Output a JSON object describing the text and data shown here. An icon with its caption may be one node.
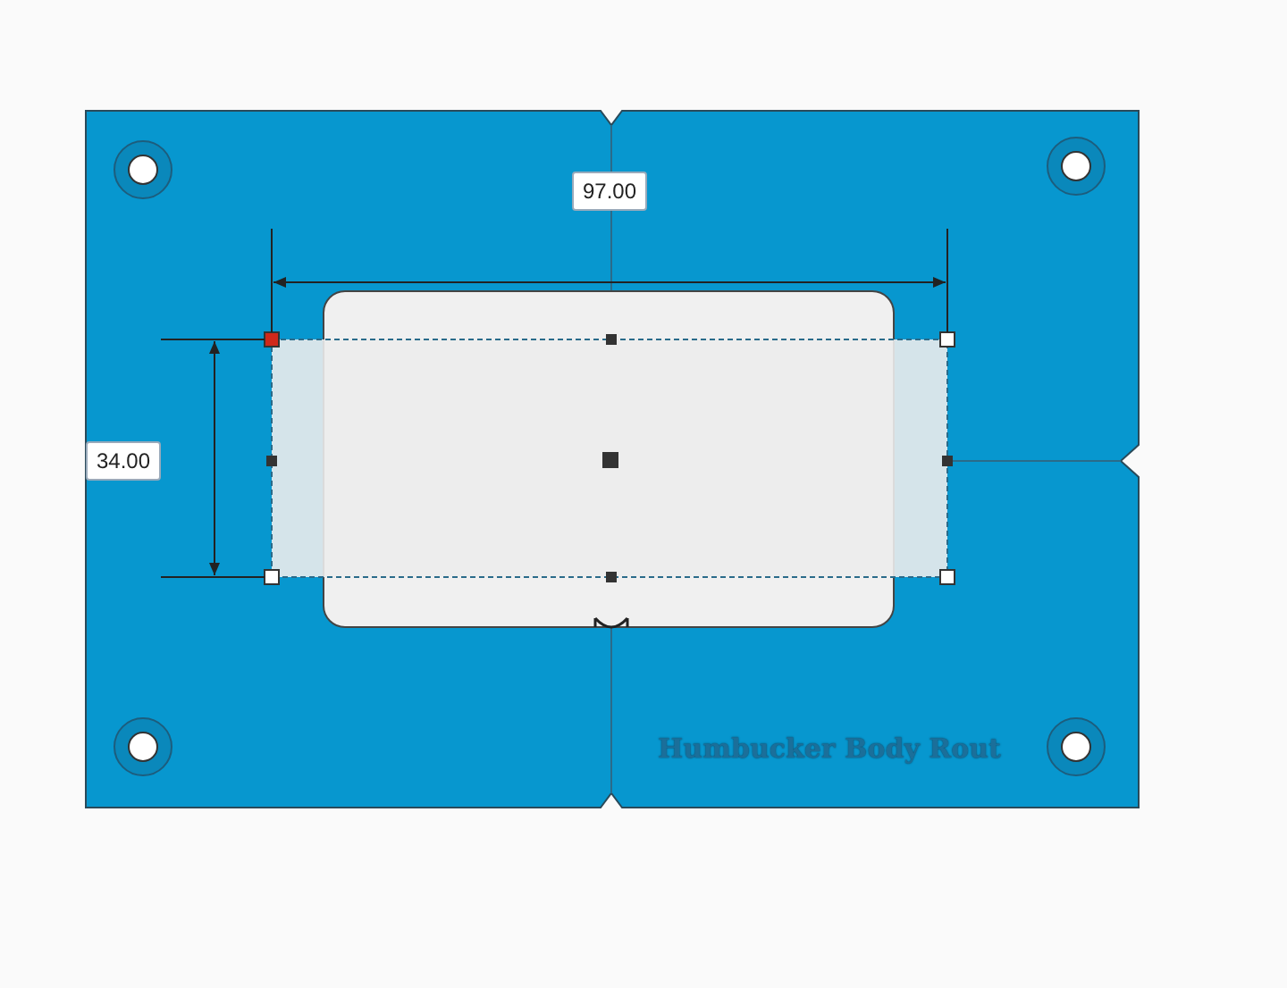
{
  "diagram": {
    "labels": [
      "97.00",
      "34.00",
      "Humbucker Body Rout"
    ]
  }
}
